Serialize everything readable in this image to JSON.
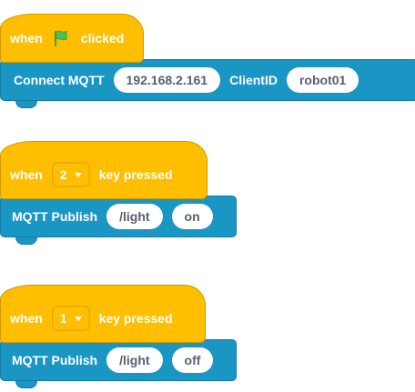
{
  "scripts": [
    {
      "hat": {
        "when": "when",
        "event": "clicked",
        "icon": "green-flag-icon"
      },
      "command": {
        "label": "Connect MQTT",
        "host": "192.168.2.161",
        "client_label": "ClientID",
        "client_id": "robot01"
      }
    },
    {
      "hat": {
        "when": "when",
        "key": "2",
        "event": "key pressed"
      },
      "command": {
        "label": "MQTT Publish",
        "topic": "/light",
        "message": "on"
      }
    },
    {
      "hat": {
        "when": "when",
        "key": "1",
        "event": "key pressed"
      },
      "command": {
        "label": "MQTT Publish",
        "topic": "/light",
        "message": "off"
      }
    }
  ],
  "colors": {
    "events": "#FFBF00",
    "extension": "#1A96C4",
    "flag": "#4CBF56"
  }
}
